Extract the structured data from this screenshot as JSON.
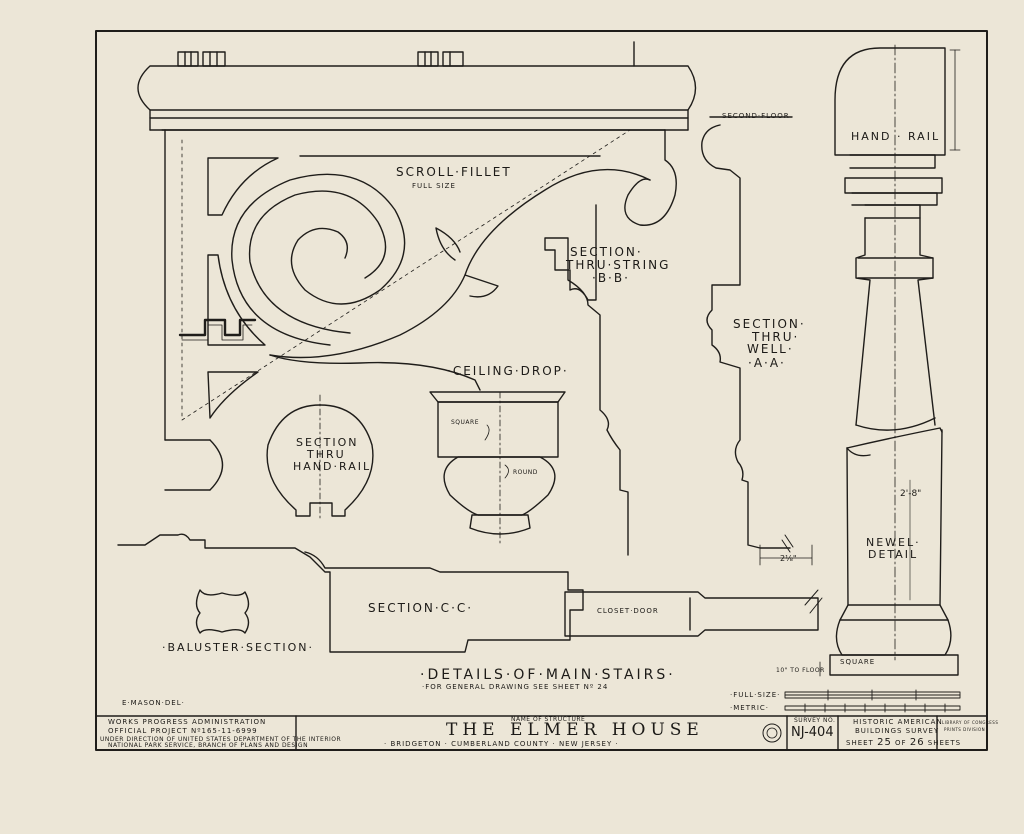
{
  "views": {
    "scroll_fillet": "SCROLL·FILLET",
    "scroll_fillet_note": "FULL SIZE",
    "section_string_1": "SECTION·",
    "section_string_2": "THRU·STRING",
    "section_string_3": "·B·B·",
    "second_floor": "SECOND·FLOOR",
    "section_well_1": "SECTION·",
    "section_well_2": "THRU·",
    "section_well_3": "WELL·",
    "section_well_4": "·A·A·",
    "hand_rail": "HAND · RAIL",
    "ceiling_drop": "·CEILING·DROP·",
    "square": "SQUARE",
    "round": "ROUND",
    "section_handrail_1": "SECTION",
    "section_handrail_2": "THRU",
    "section_handrail_3": "HAND·RAIL",
    "newel_dim": "2'-8\"",
    "newel_1": "NEWEL·",
    "newel_2": "DETAIL",
    "well_dim": "2⅛\"",
    "section_cc": "SECTION·C·C·",
    "closet_door": "CLOSET·DOOR",
    "baluster": "·BALUSTER·SECTION·",
    "to_floor": "10\" TO FLOOR",
    "newel_square": "SQUARE"
  },
  "caption": {
    "title": "·DETAILS·OF·MAIN·STAIRS·",
    "subtitle": "·FOR GENERAL  DRAWING  SEE  SHEET Nº 24"
  },
  "delineator": "E·MASON·DEL·",
  "scales": {
    "full": "·FULL·SIZE·",
    "metric": "·METRIC·"
  },
  "title_block": {
    "wpa_line1": "WORKS    PROGRESS    ADMINISTRATION",
    "wpa_line2": "OFFICIAL    PROJECT    Nº165-11-6999",
    "wpa_line3": "UNDER DIRECTION OF UNITED STATES DEPARTMENT OF THE INTERIOR",
    "wpa_line4": "NATIONAL PARK SERVICE, BRANCH OF PLANS AND DESIGN",
    "structure_label": "NAME OF STRUCTURE",
    "structure": "THE  ELMER  HOUSE",
    "location": "· BRIDGETON · CUMBERLAND COUNTY · NEW  JERSEY ·",
    "survey_label": "SURVEY NO.",
    "survey_no": "NJ-404",
    "habs_line1": "HISTORIC AMERICAN",
    "habs_line2": "BUILDINGS SURVEY",
    "sheet_prefix": "SHEET",
    "sheet_no": "25",
    "sheet_of": "OF",
    "sheet_total": "26",
    "sheet_suffix": "SHEETS",
    "library_note_1": "LIBRARY OF CONGRESS",
    "library_note_2": "PRINTS DIVISION"
  }
}
